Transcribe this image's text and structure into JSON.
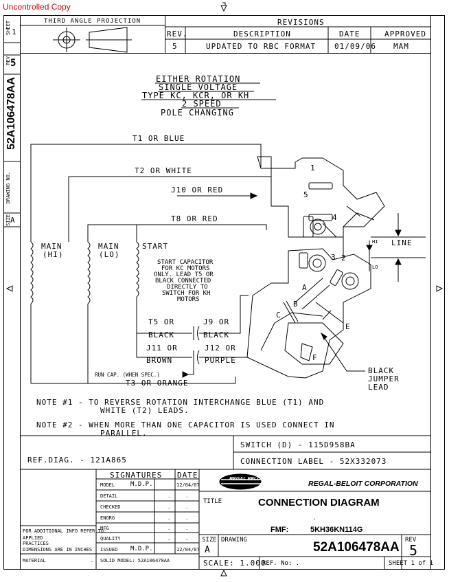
{
  "watermark": "Uncontrolled Copy",
  "projection": {
    "label": "THIRD ANGLE PROJECTION"
  },
  "revisions": {
    "title": "REVISIONS",
    "headers": [
      "REV.",
      "DESCRIPTION",
      "DATE",
      "APPROVED"
    ],
    "row": [
      "5",
      "UPDATED TO RBC FORMAT",
      "01/09/06",
      "MAM"
    ]
  },
  "side": {
    "sheet_label": "SHEET",
    "sheet_value": "1",
    "rev_label": "REV",
    "rev_value": "5",
    "drawing_no": "52A106478AA",
    "drawing_label": "DRAWING NO.",
    "size_label": "SIZE",
    "size_value": "A"
  },
  "heading": [
    "EITHER ROTATION",
    "SINGLE VOLTAGE",
    "TYPE KC, KCR, OR KH",
    "2 SPEED",
    "POLE CHANGING"
  ],
  "wires": {
    "t1": "T1 OR BLUE",
    "t2": "T2 OR WHITE",
    "j10": "J10 OR RED",
    "t8": "T8 OR RED",
    "t5": "T5 OR",
    "t5b": "BLACK",
    "j9": "J9 OR",
    "j9b": "BLACK",
    "j11": "J11 OR",
    "j11b": "BROWN",
    "j12": "J12 OR",
    "j12b": "PURPLE",
    "t3": "T3 OR ORANGE",
    "run_cap": "RUN CAP. (WHEN SPEC.)"
  },
  "windings": {
    "main_hi": "MAIN",
    "main_hi_sub": "(HI)",
    "main_lo": "MAIN",
    "main_lo_sub": "(LO)",
    "start": "START"
  },
  "start_cap_note": [
    "START CAPACITOR",
    "FOR KC MOTORS",
    "ONLY. LEAD T5 OR",
    "BLACK CONNECTED",
    "DIRECTLY TO",
    "SWITCH FOR KH",
    "MOTORS"
  ],
  "switch_labels": {
    "n1": "1",
    "n5": "5",
    "n4": "4",
    "n3": "3",
    "n2": "2",
    "hi": "HI",
    "lo": "LO",
    "line": "LINE",
    "a": "A",
    "b": "B",
    "c": "C",
    "e": "E",
    "f": "F",
    "jumper": [
      "BLACK",
      "JUMPER",
      "LEAD"
    ]
  },
  "notes": [
    [
      "NOTE #1  -  TO REVERSE ROTATION INTERCHANGE BLUE (T1) AND",
      "WHITE (T2) LEADS."
    ],
    [
      "NOTE #2  -  WHEN MORE THAN ONE CAPACITOR IS USED CONNECT IN",
      "PARALLEL."
    ]
  ],
  "switch_ref": "SWITCH (D) - 115D958BA",
  "connection_label": "CONNECTION LABEL - 52X332073",
  "ref_diag": "REF.DIAG. - 121A865",
  "signatures": {
    "title": "SIGNATURES",
    "date_header": "DATE",
    "rows": [
      {
        "role": "MODEL",
        "name": "M.D.P.",
        "date": "12/04/07"
      },
      {
        "role": "DETAIL",
        "name": ".",
        "date": "."
      },
      {
        "role": "CHECKED",
        "name": ".",
        "date": "."
      },
      {
        "role": "ENGRG",
        "name": ".",
        "date": "."
      },
      {
        "role": "MFG",
        "name": ".",
        "date": "."
      },
      {
        "role": "QUALITY",
        "name": ".",
        "date": "."
      },
      {
        "role": "ISSUED",
        "name": "M.D.P.",
        "date": "12/04/07"
      }
    ],
    "solid_model": "SOLID MODEL: 52A106478AA"
  },
  "left_notes": {
    "info": "FOR ADDITIONAL INFO REFER TO:",
    "practices": "APPLIED PRACTICES",
    "dimensions": "DIMENSIONS ARE IN INCHES",
    "material": "MATERIAL",
    "material_value": "."
  },
  "company": {
    "logo": "REGAL BELOIT",
    "name": "REGAL-BELOIT CORPORATION"
  },
  "title_block": {
    "title_label": "TITLE",
    "title": "CONNECTION DIAGRAM",
    "dot": ".",
    "fmf_label": "FMF:",
    "fmf_value": "5KH36KN114G",
    "size_label": "SIZE",
    "size_value": "A",
    "drawing_label": "DRAWING",
    "drawing_no": "52A106478AA",
    "rev_label": "REV",
    "rev_value": "5",
    "scale": "SCALE: 1.000",
    "ref_no": "REF. No: .",
    "sheet": "SHEET 1 of 1"
  }
}
